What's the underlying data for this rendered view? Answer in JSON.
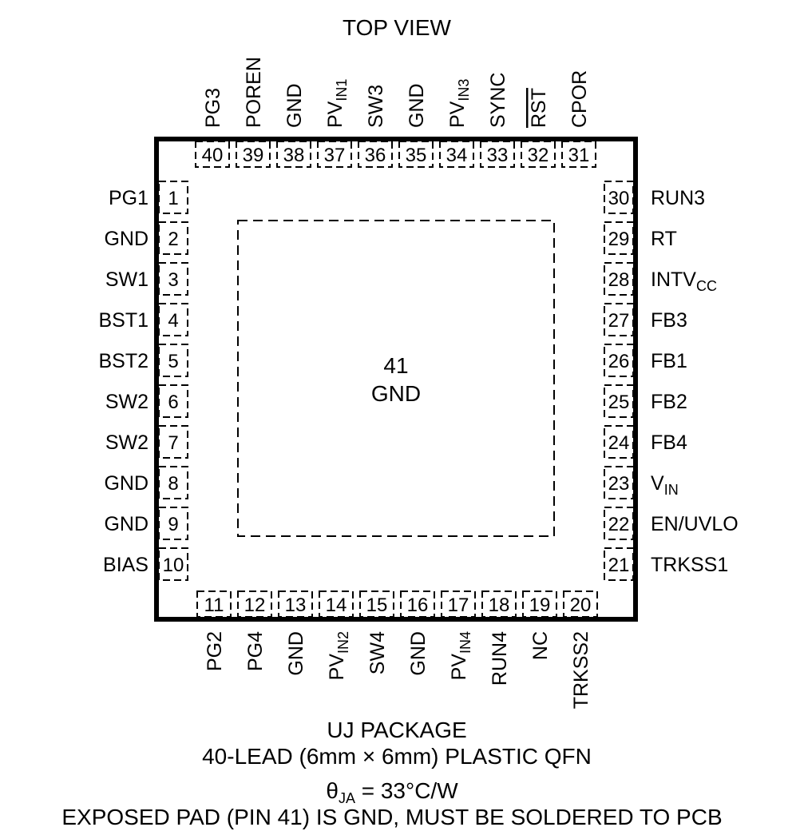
{
  "title": "TOP VIEW",
  "pins": {
    "left": [
      {
        "num": "1",
        "label": "PG1"
      },
      {
        "num": "2",
        "label": "GND"
      },
      {
        "num": "3",
        "label": "SW1"
      },
      {
        "num": "4",
        "label": "BST1"
      },
      {
        "num": "5",
        "label": "BST2"
      },
      {
        "num": "6",
        "label": "SW2"
      },
      {
        "num": "7",
        "label": "SW2"
      },
      {
        "num": "8",
        "label": "GND"
      },
      {
        "num": "9",
        "label": "GND"
      },
      {
        "num": "10",
        "label": "BIAS"
      }
    ],
    "bottom": [
      {
        "num": "11",
        "label": "PG2"
      },
      {
        "num": "12",
        "label": "PG4"
      },
      {
        "num": "13",
        "label": "GND"
      },
      {
        "num": "14",
        "label": "PV",
        "sub": "IN2"
      },
      {
        "num": "15",
        "label": "SW4"
      },
      {
        "num": "16",
        "label": "GND"
      },
      {
        "num": "17",
        "label": "PV",
        "sub": "IN4"
      },
      {
        "num": "18",
        "label": "RUN4"
      },
      {
        "num": "19",
        "label": "NC"
      },
      {
        "num": "20",
        "label": "TRKSS2"
      }
    ],
    "right": [
      {
        "num": "21",
        "label": "TRKSS1"
      },
      {
        "num": "22",
        "label": "EN/UVLO"
      },
      {
        "num": "23",
        "label": "V",
        "sub": "IN"
      },
      {
        "num": "24",
        "label": "FB4"
      },
      {
        "num": "25",
        "label": "FB2"
      },
      {
        "num": "26",
        "label": "FB1"
      },
      {
        "num": "27",
        "label": "FB3"
      },
      {
        "num": "28",
        "label": "INTV",
        "sub": "CC"
      },
      {
        "num": "29",
        "label": "RT"
      },
      {
        "num": "30",
        "label": "RUN3"
      }
    ],
    "top": [
      {
        "num": "31",
        "label": "CPOR"
      },
      {
        "num": "32",
        "label": "RST",
        "overline": true
      },
      {
        "num": "33",
        "label": "SYNC"
      },
      {
        "num": "34",
        "label": "PV",
        "sub": "IN3"
      },
      {
        "num": "35",
        "label": "GND"
      },
      {
        "num": "36",
        "label": "SW3"
      },
      {
        "num": "37",
        "label": "PV",
        "sub": "IN1"
      },
      {
        "num": "38",
        "label": "GND"
      },
      {
        "num": "39",
        "label": "POREN"
      },
      {
        "num": "40",
        "label": "PG3"
      }
    ]
  },
  "exposed_pad": {
    "num": "41",
    "label": "GND"
  },
  "caption": {
    "line1": "UJ PACKAGE",
    "line2": "40-LEAD (6mm × 6mm) PLASTIC QFN",
    "theta_symbol": "θ",
    "theta_sub": "JA",
    "theta_value": " = 33°C/W",
    "line4": "EXPOSED PAD (PIN 41) IS GND, MUST BE SOLDERED TO PCB"
  }
}
